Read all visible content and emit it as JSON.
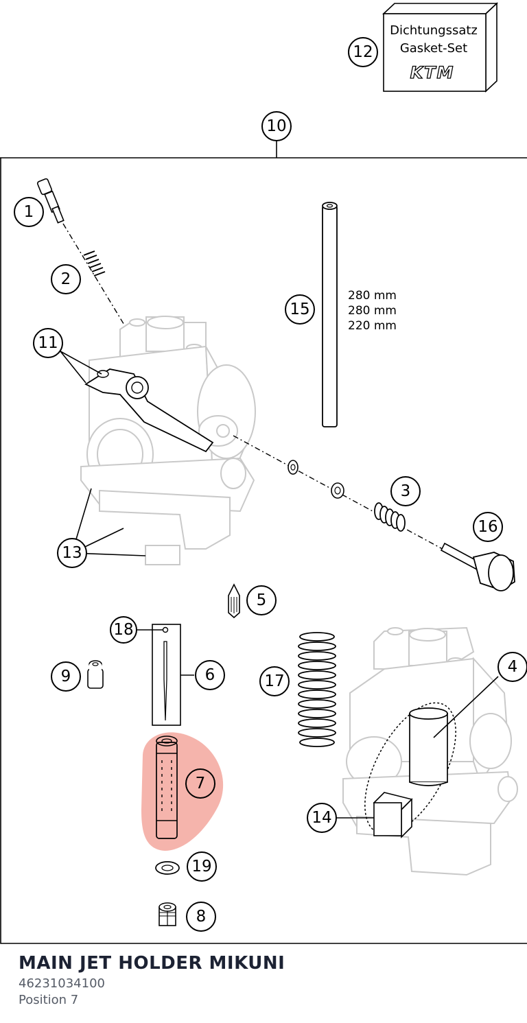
{
  "diagram": {
    "callouts": [
      {
        "id": "c1",
        "label": "1"
      },
      {
        "id": "c2",
        "label": "2"
      },
      {
        "id": "c3",
        "label": "3"
      },
      {
        "id": "c4",
        "label": "4"
      },
      {
        "id": "c5",
        "label": "5"
      },
      {
        "id": "c6",
        "label": "6"
      },
      {
        "id": "c7",
        "label": "7",
        "highlighted": true
      },
      {
        "id": "c8",
        "label": "8"
      },
      {
        "id": "c9",
        "label": "9"
      },
      {
        "id": "c10",
        "label": "10"
      },
      {
        "id": "c11",
        "label": "11"
      },
      {
        "id": "c12",
        "label": "12"
      },
      {
        "id": "c13",
        "label": "13"
      },
      {
        "id": "c14",
        "label": "14"
      },
      {
        "id": "c15",
        "label": "15"
      },
      {
        "id": "c16",
        "label": "16"
      },
      {
        "id": "c17",
        "label": "17"
      },
      {
        "id": "c18",
        "label": "18"
      },
      {
        "id": "c19",
        "label": "19"
      }
    ],
    "gasket_box": {
      "line1": "Dichtungssatz",
      "line2": "Gasket-Set",
      "brand": "KTM"
    },
    "tube_lengths": [
      "280 mm",
      "280 mm",
      "220 mm"
    ],
    "highlight_color": "#f4b0a8"
  },
  "part": {
    "title": "MAIN JET HOLDER MIKUNI",
    "number": "46231034100",
    "position": "Position 7"
  }
}
